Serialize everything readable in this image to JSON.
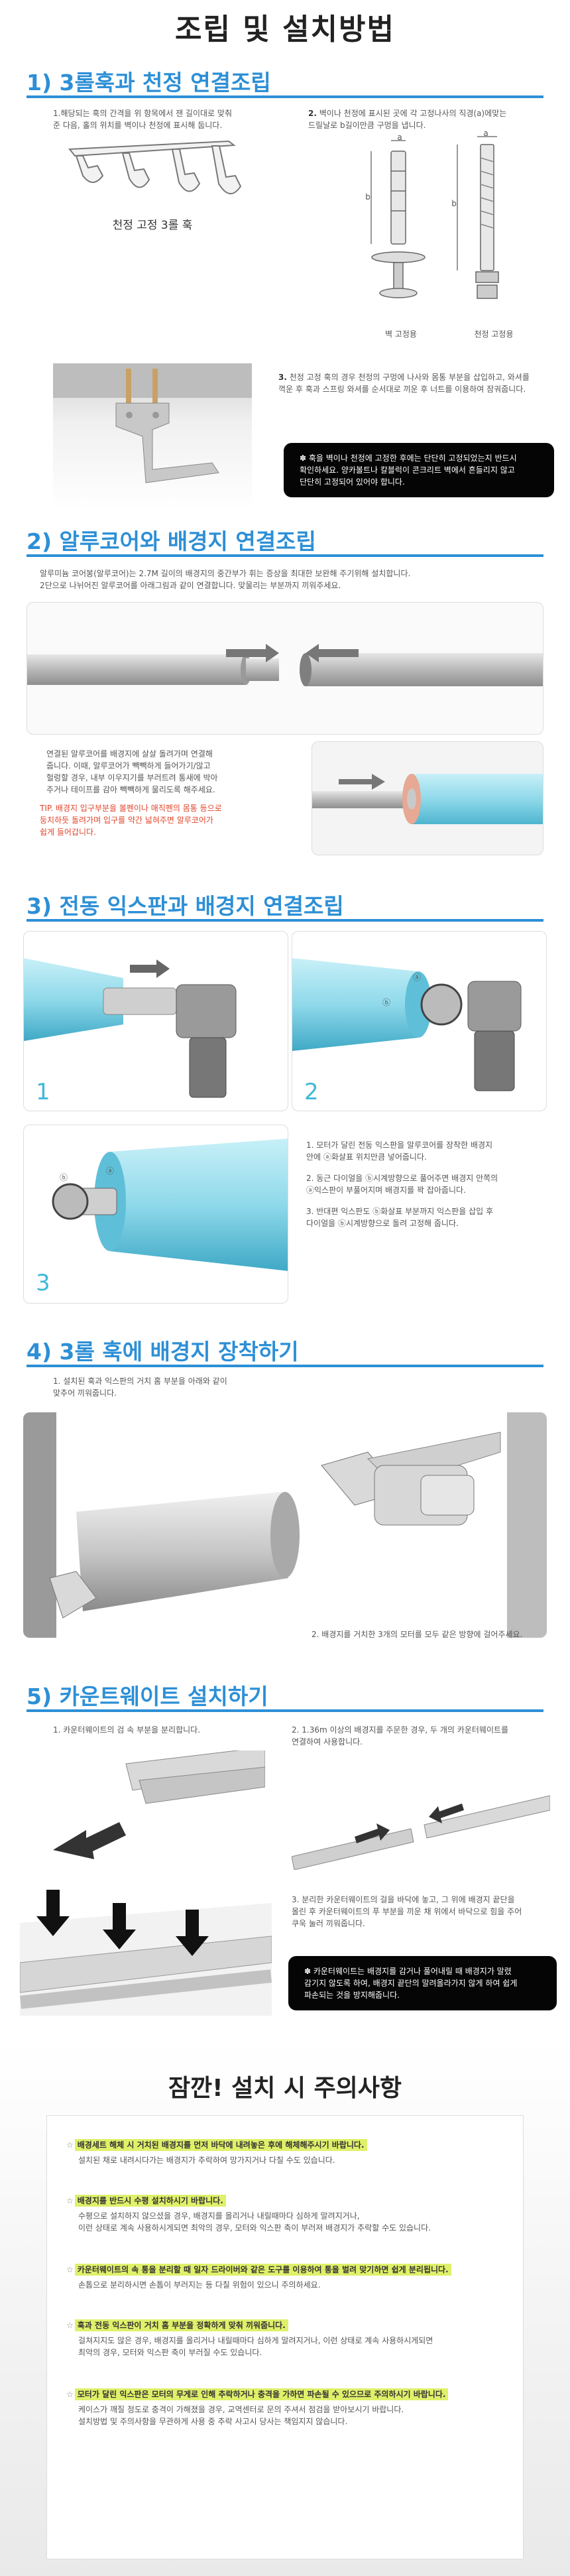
{
  "page_title": "조립 및 설치방법",
  "s1": {
    "title": "1) 3롤훅과 천정 연결조립",
    "note1": [
      "1.해당되는 훅의 간격을 위 항목에서 잰 길이대로 맞춰",
      "준 다음, 홀의 위치를 벽이나 천정에 표시해 둡니다."
    ],
    "note2_num": "2.",
    "note2": [
      "벽이나 천정에 표시된 곳에 각 고정나사의 직경(a)에맞는",
      "드릴날로 b길이만큼 구멍을 냅니다."
    ],
    "hook_caption": "천정 고정 3롤 훅",
    "anchor_a": "a",
    "anchor_b": "b",
    "wall_anchor": "벽 고정용",
    "ceiling_anchor": "천정 고정용",
    "note3_num": "3.",
    "note3": [
      "천정 고정 훅의 경우 천정의 구멍에 나사와 몸통 부분을 삽입하고, 와셔를",
      "꺽운 후 훅과 스프링 와셔를 순서대로 끼운 후 너트를 이용하여 잠궈줍니다."
    ],
    "warning": [
      "✽ 훅을 벽이나 천정에 고정한 후에는 단단히 고정되었는지 반드시",
      "확인하세요. 양카볼트나 칼블럭이 콘크리트 벽에서 흔들리지 않고",
      "단단히 고정되어 있어야 합니다."
    ]
  },
  "s2": {
    "title": "2) 알루코어와 배경지 연결조립",
    "intro": [
      "알루미늄 코어봉(알루코어)는 2.7M 길이의 배경지의 중간부가 휘는 증상을 최대한 보완해 주기위해 설치합니다.",
      "2단으로 나뉘어진 알루코어를 아래그림과 같이 연결합니다. 맞물리는 부분까지 끼워주세요."
    ],
    "note": [
      "연결된 알루코어를 배경지에 살살 돌려가며 연결해",
      "줍니다. 이때, 알루코어가 빽빽하게 들어가기/않고",
      "헐렁할 경우, 내부 이우지기를 부러트려 통새에 박아",
      "주거나 테이프를 감아 빽빽하게 물리도록 해주세요."
    ],
    "tip": [
      "TIP. 배경지 입구부분을 볼펜이나 매직펜의 몸통 등으로",
      "둥치하듯 돌려가며 입구를 약간 넓혀주면 알루코어가",
      "쉽게 들어갑니다."
    ]
  },
  "s3": {
    "title": "3) 전동 익스판과 배경지 연결조립",
    "panel1": "1",
    "panel2": "2",
    "panel3": "3",
    "mark_a": "ⓐ",
    "mark_b": "ⓑ",
    "steps": [
      [
        "1. 모터가 달린 전동 익스판을 알루코어를 장착한 배경지",
        "안에 ⓐ화살표 위치만큼 넣어줍니다."
      ],
      [
        "2. 동근 다이얼을 ⓑ시계방향으로 풀어주면 배경지 안쪽의",
        "ⓐ익스판이 부풀어지며 배경지를 꽉 잡아줍니다."
      ],
      [
        "3. 반대편 익스판도 ⓑ화살표 부분까지 익스판을 삽입 후",
        "다이얼을 ⓑ시계방향으로 돌려 고정해 줍니다."
      ]
    ]
  },
  "s4": {
    "title": "4) 3롤 훅에 배경지 장착하기",
    "note1": [
      "1. 설치된 훅과 익스판의 거치 홈 부분을 아래와 같이",
      "맞추어 끼워줍니다."
    ],
    "note2": "2. 배경지를 거치한 3개의 모터를 모두 같은 방향에 걸어주세요."
  },
  "s5": {
    "title": "5) 카운트웨이트 설치하기",
    "note1": "1. 카운터웨이트의 검 속 부분을 분리합니다.",
    "note2": [
      "2. 1.36m 이상의 배경지를 주문한 경우, 두 개의 카운터웨이트를",
      "연결하여 사용합니다."
    ],
    "note3": [
      "3. 분리한 카운터웨이트의 걸을 바닥에 놓고, 그 위에 배경지 끝단을",
      "올린 후 카운터웨이트의 푸 부분을 끼운 채 위에서 바닥으로 힘을 주어",
      "쿠욱 눌러 끼워줍니다."
    ],
    "warning": [
      "✽ 카운터웨이트는 배경지를 감거나 풀어내릴 때 배경지가 말렸",
      "감기지 않도록 하여, 배경지 끝단의 말려올라가지 않게 하여 쉽게",
      "파손되는 것을 방지해줍니다."
    ]
  },
  "caution": {
    "title": "잠깐!  설치 시 주의사항",
    "items": [
      {
        "head": "배경세트 해체 시 거치된 배경지를 먼저 바닥에 내려놓은 후에 해체해주시기 바랍니다.",
        "body": [
          "설치된 채로 내려시다가는 배경지가 추락하여 망가지거나 다칠 수도 있습니다."
        ]
      },
      {
        "head": "배경지를 반드시 수평 설치하시기 바랍니다.",
        "body": [
          "수평으로 설치하지 않으셨을 경우, 배경지를 올리거나 내릴때마다 심하게 말려지거나,",
          "이런 상태로 계속 사용하시게되면 최악의 경우, 모터와 익스판 축이 부러져 배경지가 추락할 수도 있습니다."
        ]
      },
      {
        "head": "카운터웨이트의 속 통을 분리할 때 일자 드라이버와 같은 도구를 이용하여 통을 벌려 맞기하면 쉽게 분리됩니다.",
        "body": [
          "손톱으로 분리하시면 손톱이 부러지는 등 다칠 위험이 있으니 주의하세요."
        ]
      },
      {
        "head": "훅과 전동 익스판이 거치 홈 부분을 정확하게 맞춰 끼워줍니다.",
        "body": [
          "걸쳐지지도 않은 경우, 배경지를 올리거나 내릴때마다 심하게 말려지거나, 이런 상태로 계속 사용하시게되면",
          "최악의 경우, 모터와 익스판 축이 부러질 수도 있습니다."
        ]
      },
      {
        "head": "모터가 달린 익스판은 모터의 무게로 인해 추락하거나 충격을 가하면 파손될 수 있으므로 주의하시기 바랍니다.",
        "body": [
          "케이스가 깨질 정도로 충격이 가해졌을 경우, 교역센터로 문의 주셔서 점검을 받아보시기 바랍니다.",
          "설치방법 및 주의사항을 무관하게 사용 중 추락 사고시 당사는 책임지지 않습니다."
        ]
      }
    ]
  }
}
